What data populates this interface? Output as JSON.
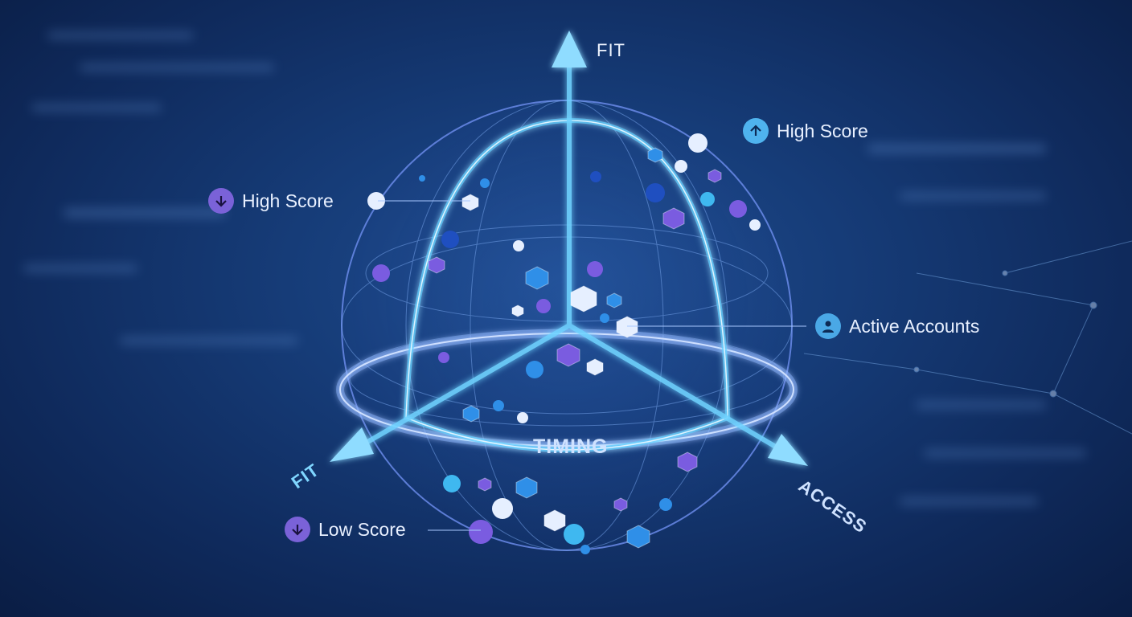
{
  "axes": {
    "top": "FIT",
    "bottom_left": "FIT",
    "bottom_right": "ACCESS",
    "ring": "TIMING"
  },
  "callouts": [
    {
      "label": "High Score",
      "icon": "arrow-up-icon",
      "color": "#4fb3ee"
    },
    {
      "label": "High Score",
      "icon": "arrow-down-icon",
      "color": "#7a62d8"
    },
    {
      "label": "Active Accounts",
      "icon": "user-icon",
      "color": "#4aa8e6"
    },
    {
      "label": "Low Score",
      "icon": "arrow-down-icon",
      "color": "#7a62d8"
    }
  ],
  "colors": {
    "glow": "#6fd3ff",
    "purple": "#7a5ce0",
    "blue": "#2f7fe8",
    "white": "#e6efff"
  }
}
